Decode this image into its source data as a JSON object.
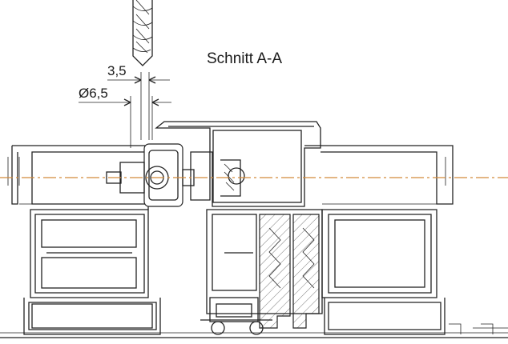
{
  "drawing": {
    "title": "Schnitt A-A",
    "dimensions": [
      {
        "label": "3,5"
      },
      {
        "label": "Ø6,5"
      }
    ],
    "colors": {
      "line": "#222222",
      "axis": "#d28a3a",
      "background": "#ffffff"
    }
  }
}
